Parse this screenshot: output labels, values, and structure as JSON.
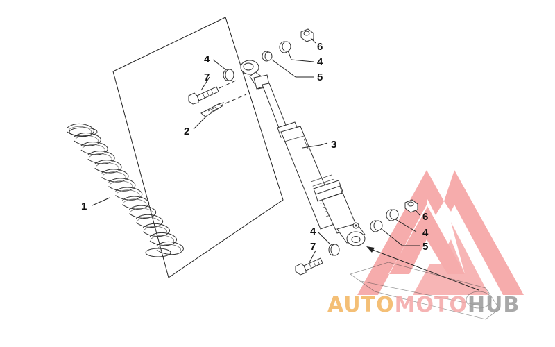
{
  "callouts": {
    "spring": "1",
    "pin": "2",
    "shock": "3",
    "washer_upper_left": "4",
    "bolt_upper": "7",
    "nut_upper": "6",
    "bushing_upper_right": "4",
    "spacer_upper": "5",
    "washer_lower_left": "4",
    "bolt_lower": "7",
    "nut_lower": "6",
    "bushing_lower_right": "4",
    "spacer_lower": "5"
  },
  "watermark": {
    "part1": "AUTO",
    "part2": "MOTO",
    "part3": "HUB",
    "colors": {
      "auto": "#f3b55f",
      "moto": "#f4a6a6",
      "hub": "#9a9a9a",
      "logo": "#ef6a6a"
    }
  },
  "icons": {
    "logo": "triangle-logo-icon"
  }
}
